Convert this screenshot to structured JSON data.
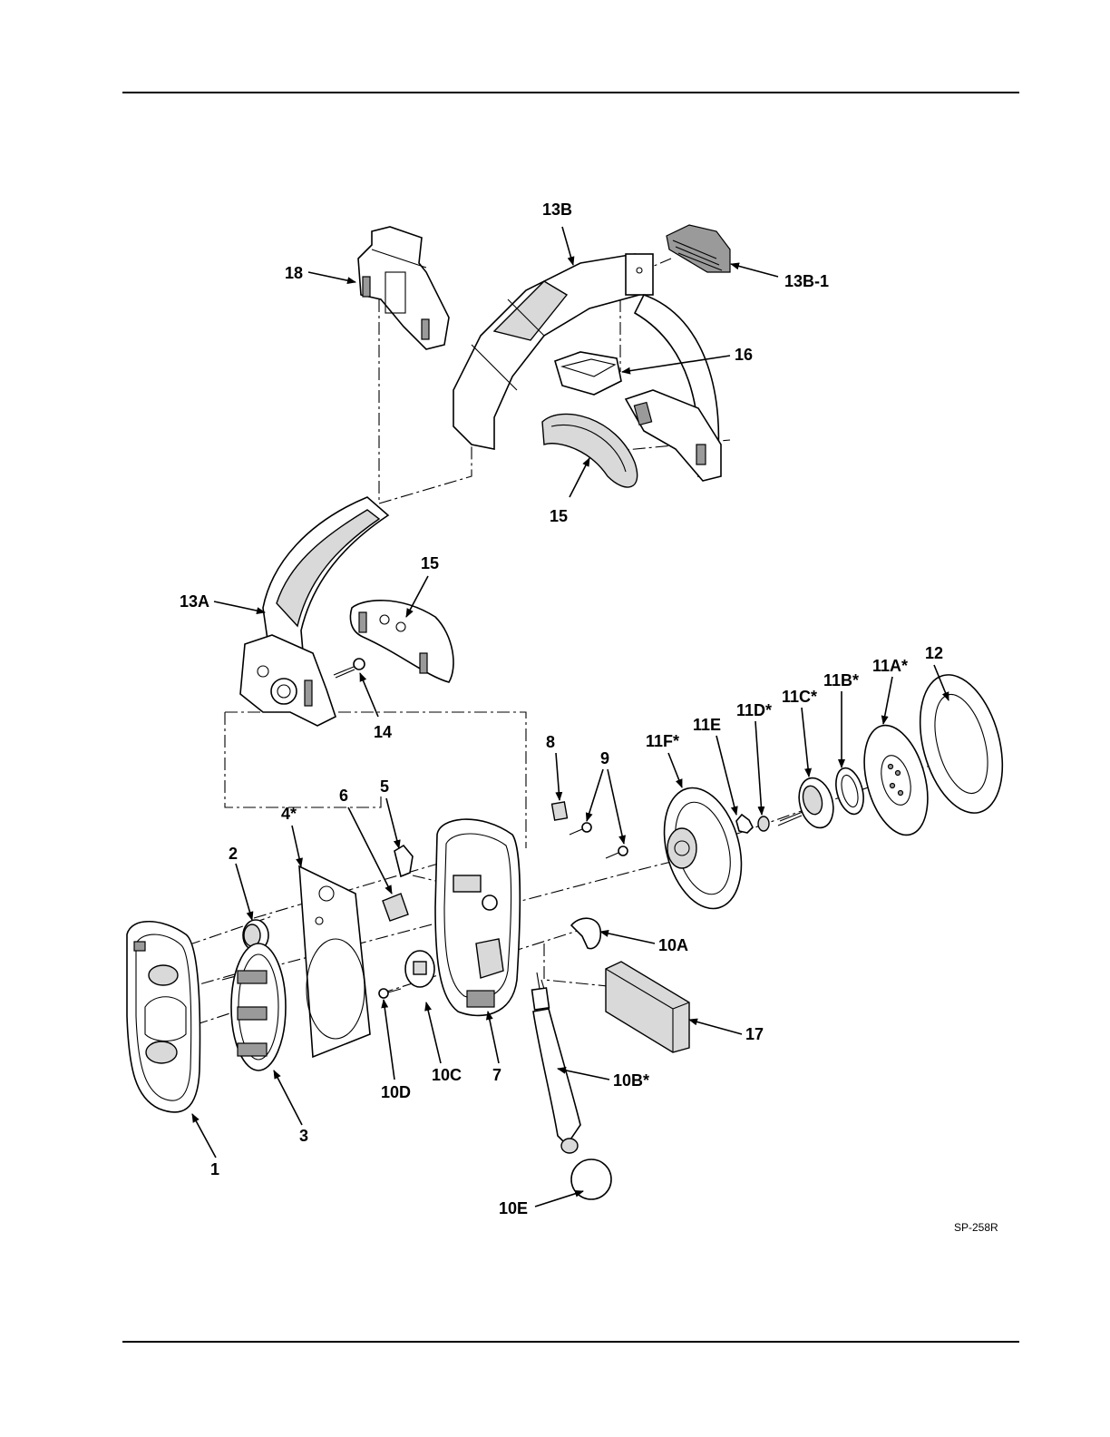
{
  "drawing_code": "SP-258R",
  "callouts": [
    {
      "id": "13B"
    },
    {
      "id": "13B-1"
    },
    {
      "id": "18"
    },
    {
      "id": "16"
    },
    {
      "id": "15"
    },
    {
      "id": "15"
    },
    {
      "id": "13A"
    },
    {
      "id": "14"
    },
    {
      "id": "12"
    },
    {
      "id": "11A*"
    },
    {
      "id": "11B*"
    },
    {
      "id": "11C*"
    },
    {
      "id": "11D*"
    },
    {
      "id": "11E"
    },
    {
      "id": "11F*"
    },
    {
      "id": "8"
    },
    {
      "id": "9"
    },
    {
      "id": "5"
    },
    {
      "id": "6"
    },
    {
      "id": "4*"
    },
    {
      "id": "2"
    },
    {
      "id": "10A"
    },
    {
      "id": "17"
    },
    {
      "id": "10B*"
    },
    {
      "id": "10C"
    },
    {
      "id": "7"
    },
    {
      "id": "10D"
    },
    {
      "id": "3"
    },
    {
      "id": "1"
    },
    {
      "id": "10E"
    }
  ]
}
